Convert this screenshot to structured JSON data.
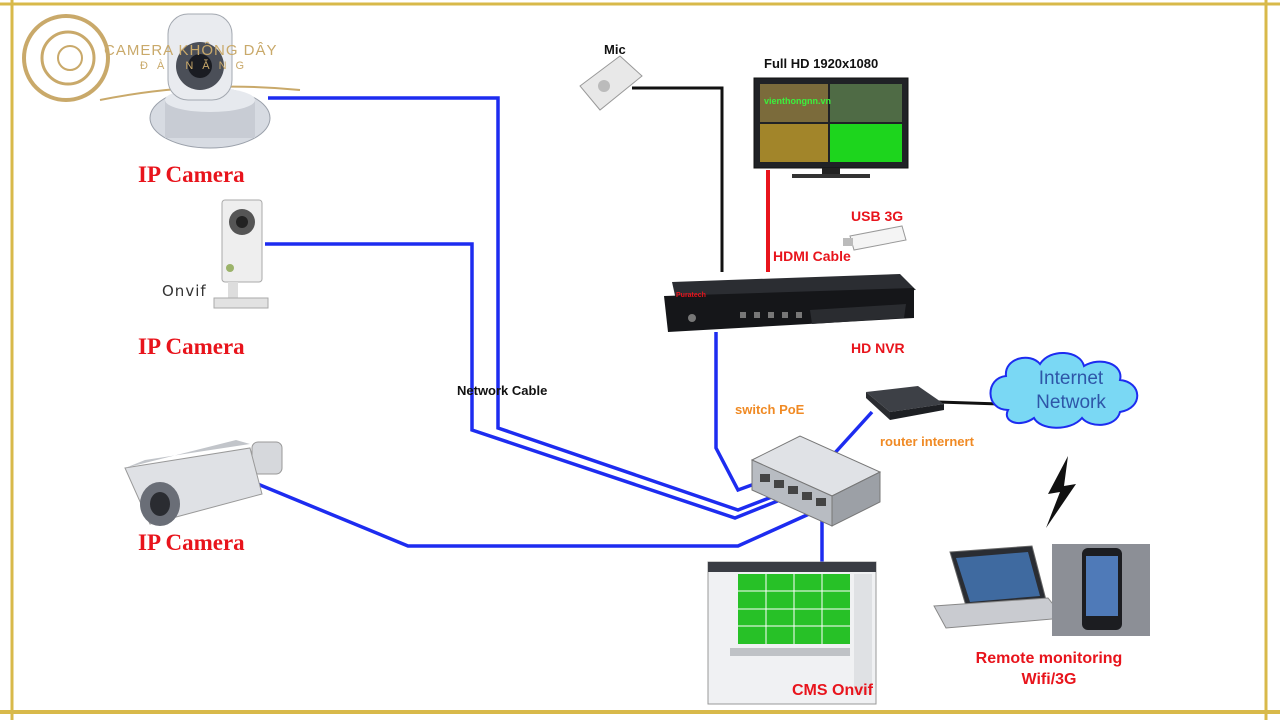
{
  "brand": {
    "line1": "CAMERA KHÔNG DÂY",
    "line2": "ĐÀ NẴNG",
    "color": "#c9a96a"
  },
  "labels": {
    "ip_camera_1": "IP Camera",
    "ip_camera_2": "IP Camera",
    "ip_camera_3": "IP Camera",
    "onvif": "Onvif",
    "mic": "Mic",
    "full_hd": "Full HD 1920x1080",
    "monitor_text": "vienthongnn.vn",
    "usb_3g": "USB 3G",
    "hdmi_cable": "HDMI Cable",
    "hd_nvr": "HD NVR",
    "network_cable": "Network Cable",
    "switch_poe": "switch PoE",
    "router": "router internert",
    "internet": "Internet",
    "network": "Network",
    "remote_1": "Remote monitoring",
    "remote_2": "Wifi/3G",
    "cms_onvif": "CMS Onvif",
    "nvr_brand": "Puratech"
  },
  "colors": {
    "network_cable": "#1d2cf0",
    "hdmi_cable": "#e8141c",
    "mic_cable": "#111111",
    "frame_border": "#d8b94a",
    "label_red": "#e8141c",
    "label_orange": "#f08a24",
    "cloud_fill": "#7ad8f4"
  },
  "icons": [
    "ptz-camera-icon",
    "cube-camera-icon",
    "bullet-camera-icon",
    "microphone-icon",
    "monitor-icon",
    "usb-modem-icon",
    "nvr-icon",
    "poe-switch-icon",
    "router-icon",
    "cloud-icon",
    "lightning-icon",
    "laptop-icon",
    "smartphone-icon",
    "cms-screen-icon"
  ]
}
